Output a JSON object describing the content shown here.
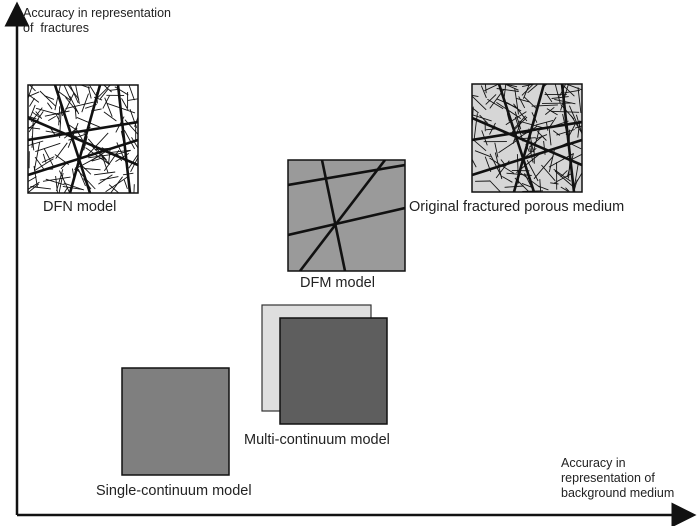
{
  "axes": {
    "y_label_line1": "Accuracy in representation",
    "y_label_line2": "of  fractures",
    "x_label_line1": "Accuracy in",
    "x_label_line2": "representation of",
    "x_label_line3": "background medium"
  },
  "models": {
    "dfn": "DFN model",
    "original": "Original fractured porous medium",
    "dfm": "DFM model",
    "multi": "Multi-continuum model",
    "single": "Single-continuum model"
  },
  "colors": {
    "axis": "#111111",
    "dfn_fill": "#ffffff",
    "original_fill": "#d6d6d6",
    "dfm_fill": "#9a9a9a",
    "multi_back_fill": "#dedede",
    "multi_front_fill": "#5e5e5e",
    "single_fill": "#7f7f7f"
  }
}
